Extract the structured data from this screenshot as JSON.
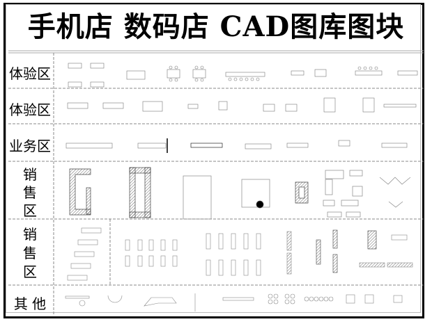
{
  "title": "手机店 数码店 CAD图库图块",
  "rows": [
    {
      "label": "体验区"
    },
    {
      "label": "体验区"
    },
    {
      "label": "业务区"
    },
    {
      "label": "销\n售\n区"
    },
    {
      "label": "销\n售\n区"
    },
    {
      "label": "其 他"
    }
  ],
  "colors": {
    "border": "#000000",
    "line": "#888888",
    "hatch": "#555555"
  }
}
